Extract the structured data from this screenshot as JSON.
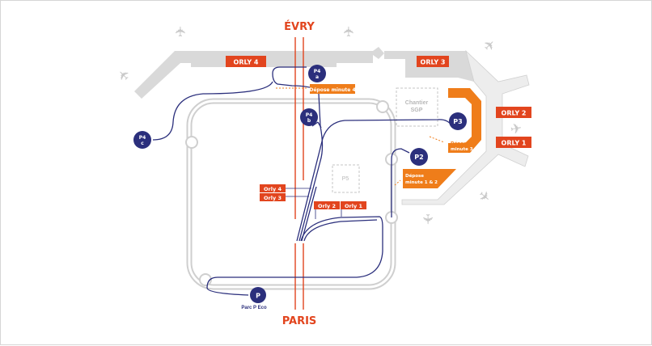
{
  "cities": {
    "north": "ÉVRY",
    "south": "PARIS"
  },
  "terminals": {
    "orly4": "ORLY 4",
    "orly3": "ORLY 3",
    "orly2": "ORLY 2",
    "orly1": "ORLY 1"
  },
  "road_signs": {
    "orly4": "Orly 4",
    "orly3": "Orly 3",
    "orly2": "Orly 2",
    "orly1": "Orly 1"
  },
  "parkings": {
    "p4a": {
      "line1": "P4",
      "line2": "a"
    },
    "p4b": {
      "line1": "P4",
      "line2": "b"
    },
    "p4c": {
      "line1": "P4",
      "line2": "c"
    },
    "p3": "P3",
    "p2": "P2",
    "p_eco": "P",
    "p_eco_label": "Parc P Eco"
  },
  "drop_off": {
    "dm4": "Dépose minute 4",
    "dm3_line1": "Dépose",
    "dm3_line2": "minute 3",
    "dm12_line1": "Dépose",
    "dm12_line2": "minute 1 & 2"
  },
  "areas": {
    "chantier_line1": "Chantier",
    "chantier_line2": "SGP",
    "p5": "P5"
  },
  "colors": {
    "terminal_label": "#e2451e",
    "drop_off": "#ef7d1a",
    "route": "#2b2f7c",
    "building": "#d9d9d9",
    "road": "#cfcfcf"
  },
  "icons": [
    "airplane-icon",
    "parking-marker-icon",
    "arrow-icon"
  ]
}
